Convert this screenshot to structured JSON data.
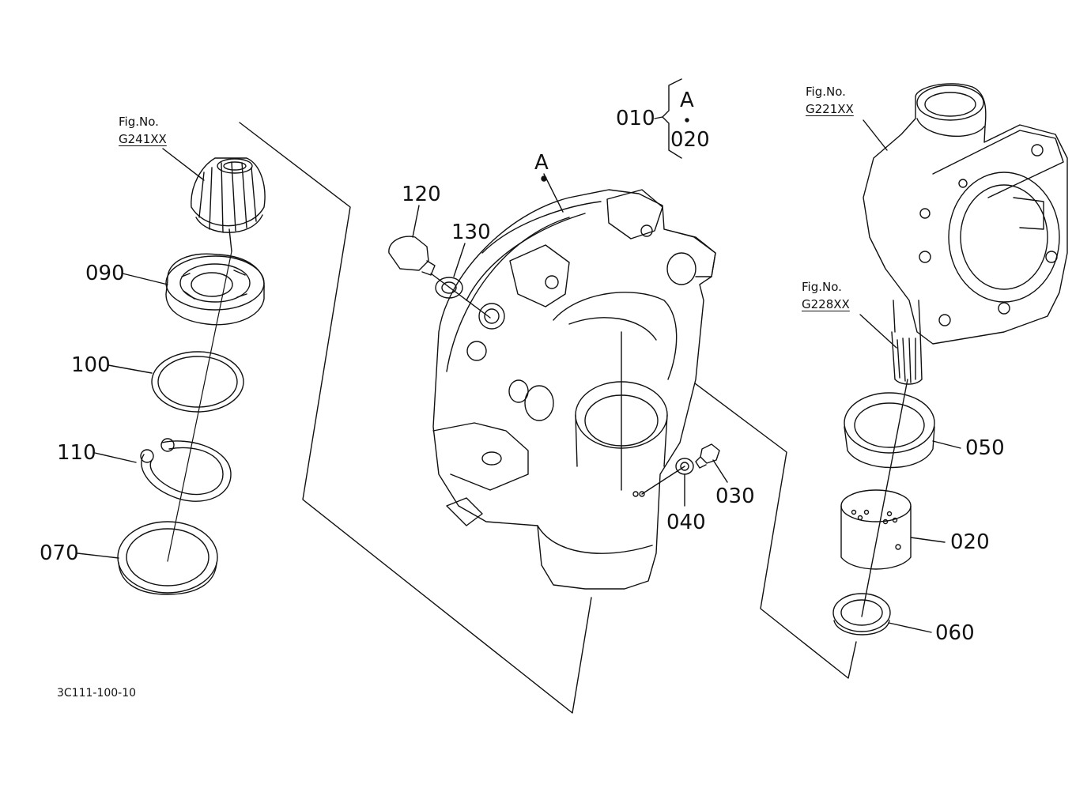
{
  "figure_refs": [
    {
      "id": "g241",
      "title": "Fig.No.",
      "number": "G241XX"
    },
    {
      "id": "g221",
      "title": "Fig.No.",
      "number": "G221XX"
    },
    {
      "id": "g228",
      "title": "Fig.No.",
      "number": "G228XX"
    }
  ],
  "callouts": {
    "p010": "010",
    "pA_top": "A",
    "p020_group": "020",
    "pA_house": "A",
    "p120": "120",
    "p130": "130",
    "p090": "090",
    "p100": "100",
    "p110": "110",
    "p070": "070",
    "p040": "040",
    "p030": "030",
    "p050": "050",
    "p020": "020",
    "p060": "060"
  },
  "drawing_code": "3C111-100-10",
  "colors": {
    "line": "#111111",
    "shade": "#d9d9d9",
    "background": "#ffffff"
  }
}
